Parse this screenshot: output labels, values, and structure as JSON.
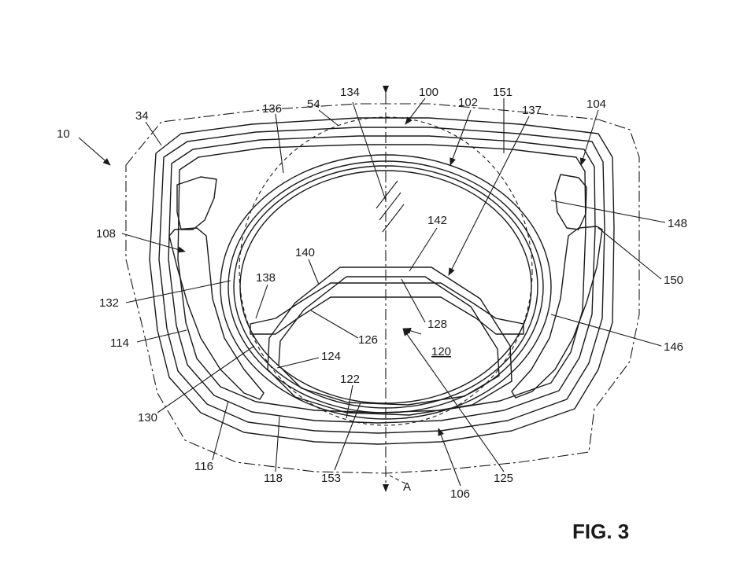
{
  "figure": {
    "caption": "FIG. 3"
  },
  "labels": {
    "l10": "10",
    "l34": "34",
    "l54": "54",
    "l100": "100",
    "l102": "102",
    "l104": "104",
    "l106": "106",
    "l108": "108",
    "l114": "114",
    "l116": "116",
    "l118": "118",
    "l120": "120",
    "l122": "122",
    "l124": "124",
    "l125": "125",
    "l126": "126",
    "l128": "128",
    "l130": "130",
    "l132": "132",
    "l134": "134",
    "l136": "136",
    "l137": "137",
    "l138": "138",
    "l140": "140",
    "l142": "142",
    "l146": "146",
    "l148": "148",
    "l150": "150",
    "l151": "151",
    "l153": "153",
    "axis": "A"
  }
}
